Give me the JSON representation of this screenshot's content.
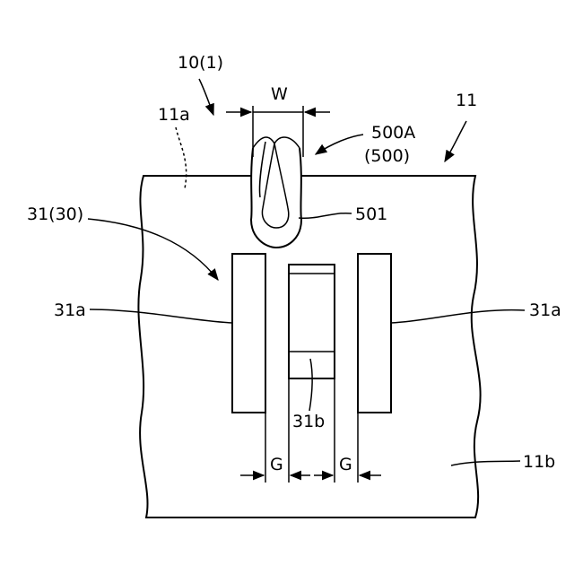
{
  "labels": {
    "device": "10(1)",
    "board": "11",
    "board_front": "11a",
    "board_back": "11b",
    "width": "W",
    "opening_ref": "500A",
    "opening_group": "(500)",
    "opening_slit": "501",
    "electrode_group": "31(30)",
    "electrode_left": "31a",
    "electrode_right": "31a",
    "center_part": "31b",
    "gap_left": "G",
    "gap_right": "G"
  }
}
